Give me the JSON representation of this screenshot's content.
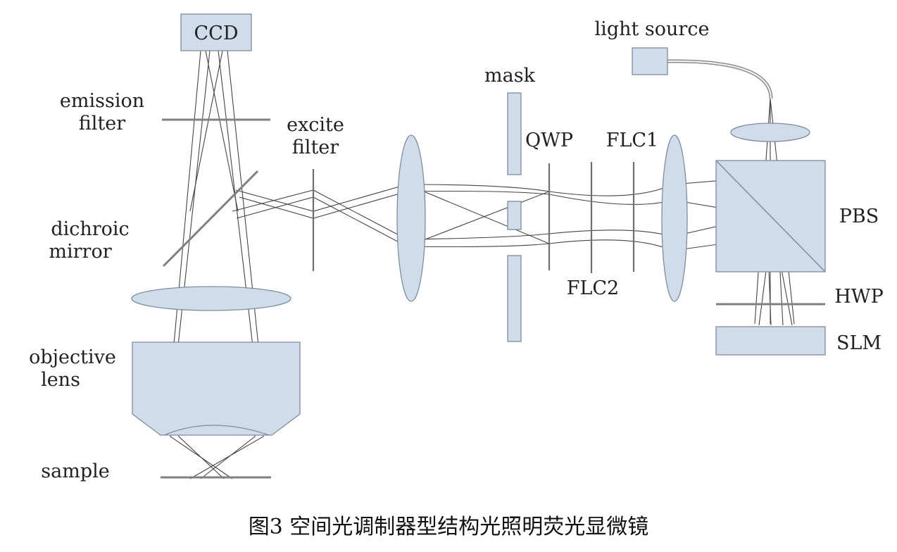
{
  "labels": {
    "ccd": "CCD",
    "emission_filter_1": "emission",
    "emission_filter_2": "filter",
    "excite_filter_1": "excite",
    "excite_filter_2": "filter",
    "dichroic_mirror_1": "dichroic",
    "dichroic_mirror_2": "mirror",
    "objective_lens_1": "objective",
    "objective_lens_2": "lens",
    "sample": "sample",
    "mask": "mask",
    "qwp": "QWP",
    "flc1": "FLC1",
    "flc2": "FLC2",
    "light_source": "light source",
    "pbs": "PBS",
    "hwp": "HWP",
    "slm": "SLM"
  },
  "caption": "图3 空间光调制器型结构光照明荧光显微镜",
  "colors": {
    "component_fill": "#cfdceb",
    "component_stroke": "#7f8d9c",
    "ray": "#444444",
    "text": "#222222"
  }
}
